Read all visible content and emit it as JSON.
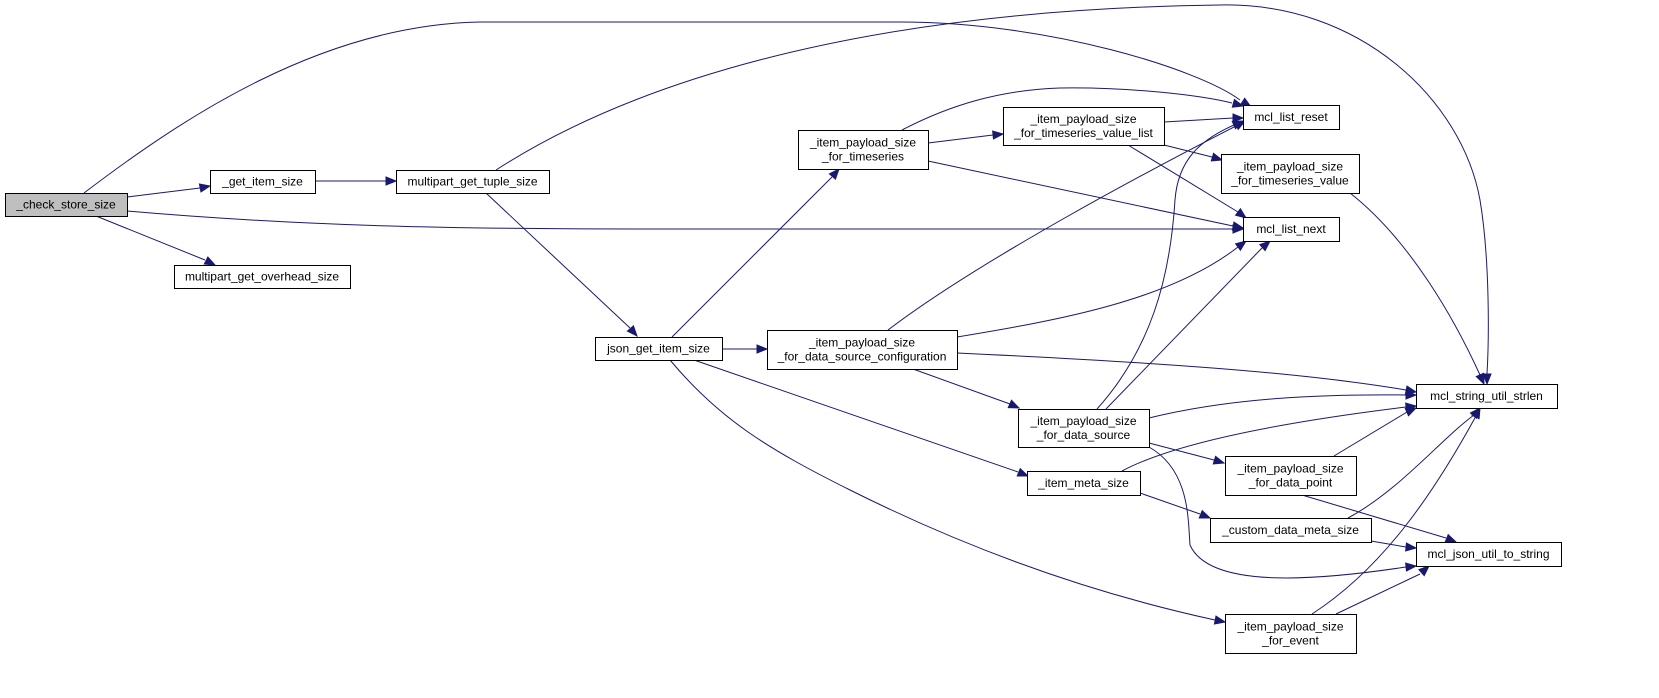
{
  "diagram": {
    "colors": {
      "edge": "#191970",
      "root_fill": "#bfbfbf",
      "node_fill": "#ffffff",
      "border": "#000000"
    },
    "nodes": [
      {
        "id": "check_store_size",
        "lines": [
          "_check_store_size"
        ],
        "root": true
      },
      {
        "id": "get_item_size",
        "lines": [
          "_get_item_size"
        ]
      },
      {
        "id": "multipart_get_overhead_size",
        "lines": [
          "multipart_get_overhead_size"
        ]
      },
      {
        "id": "multipart_get_tuple_size",
        "lines": [
          "multipart_get_tuple_size"
        ]
      },
      {
        "id": "json_get_item_size",
        "lines": [
          "json_get_item_size"
        ]
      },
      {
        "id": "ips_timeseries",
        "lines": [
          "_item_payload_size",
          "_for_timeseries"
        ]
      },
      {
        "id": "ips_dsc",
        "lines": [
          "_item_payload_size",
          "_for_data_source_configuration"
        ]
      },
      {
        "id": "ips_tvl",
        "lines": [
          "_item_payload_size",
          "_for_timeseries_value_list"
        ]
      },
      {
        "id": "mcl_list_reset",
        "lines": [
          "mcl_list_reset"
        ]
      },
      {
        "id": "ips_tv",
        "lines": [
          "_item_payload_size",
          "_for_timeseries_value"
        ]
      },
      {
        "id": "mcl_list_next",
        "lines": [
          "mcl_list_next"
        ]
      },
      {
        "id": "ips_ds",
        "lines": [
          "_item_payload_size",
          "_for_data_source"
        ]
      },
      {
        "id": "item_meta_size",
        "lines": [
          "_item_meta_size"
        ]
      },
      {
        "id": "ips_dp",
        "lines": [
          "_item_payload_size",
          "_for_data_point"
        ]
      },
      {
        "id": "custom_data_meta_size",
        "lines": [
          "_custom_data_meta_size"
        ]
      },
      {
        "id": "ips_event",
        "lines": [
          "_item_payload_size",
          "_for_event"
        ]
      },
      {
        "id": "mcl_string_util_strlen",
        "lines": [
          "mcl_string_util_strlen"
        ]
      },
      {
        "id": "mcl_json_util_to_string",
        "lines": [
          "mcl_json_util_to_string"
        ]
      }
    ],
    "edges": [
      [
        "check_store_size",
        "get_item_size"
      ],
      [
        "check_store_size",
        "multipart_get_overhead_size"
      ],
      [
        "check_store_size",
        "mcl_list_reset"
      ],
      [
        "check_store_size",
        "mcl_list_next"
      ],
      [
        "get_item_size",
        "multipart_get_tuple_size"
      ],
      [
        "multipart_get_tuple_size",
        "json_get_item_size"
      ],
      [
        "multipart_get_tuple_size",
        "mcl_string_util_strlen"
      ],
      [
        "json_get_item_size",
        "ips_timeseries"
      ],
      [
        "json_get_item_size",
        "ips_dsc"
      ],
      [
        "json_get_item_size",
        "item_meta_size"
      ],
      [
        "json_get_item_size",
        "ips_event"
      ],
      [
        "ips_timeseries",
        "ips_tvl"
      ],
      [
        "ips_timeseries",
        "mcl_list_reset"
      ],
      [
        "ips_timeseries",
        "mcl_list_next"
      ],
      [
        "ips_tvl",
        "mcl_list_reset"
      ],
      [
        "ips_tvl",
        "ips_tv"
      ],
      [
        "ips_tvl",
        "mcl_list_next"
      ],
      [
        "ips_tv",
        "mcl_string_util_strlen"
      ],
      [
        "ips_dsc",
        "mcl_list_reset"
      ],
      [
        "ips_dsc",
        "mcl_list_next"
      ],
      [
        "ips_dsc",
        "mcl_string_util_strlen"
      ],
      [
        "ips_dsc",
        "ips_ds"
      ],
      [
        "ips_ds",
        "mcl_list_reset"
      ],
      [
        "ips_ds",
        "mcl_list_next"
      ],
      [
        "ips_ds",
        "mcl_string_util_strlen"
      ],
      [
        "ips_ds",
        "ips_dp"
      ],
      [
        "ips_ds",
        "mcl_json_util_to_string"
      ],
      [
        "item_meta_size",
        "mcl_string_util_strlen"
      ],
      [
        "item_meta_size",
        "custom_data_meta_size"
      ],
      [
        "ips_dp",
        "mcl_string_util_strlen"
      ],
      [
        "ips_dp",
        "mcl_json_util_to_string"
      ],
      [
        "custom_data_meta_size",
        "mcl_string_util_strlen"
      ],
      [
        "custom_data_meta_size",
        "mcl_json_util_to_string"
      ],
      [
        "ips_event",
        "mcl_string_util_strlen"
      ],
      [
        "ips_event",
        "mcl_json_util_to_string"
      ]
    ]
  }
}
